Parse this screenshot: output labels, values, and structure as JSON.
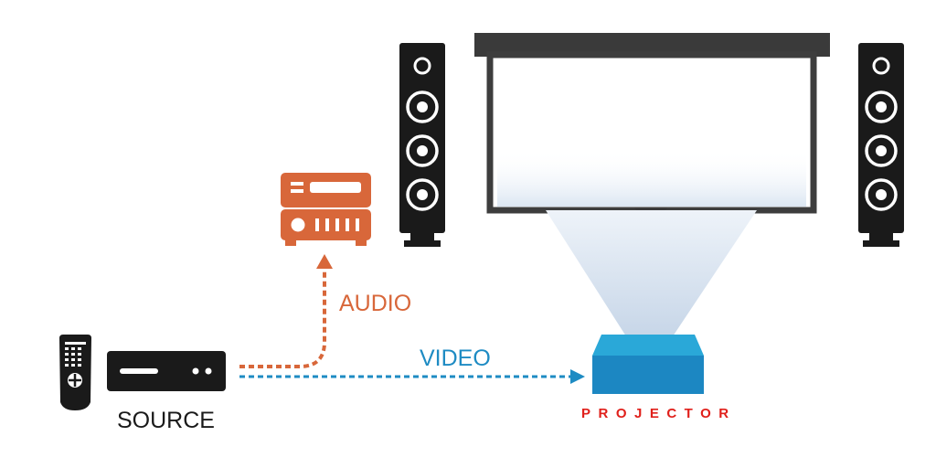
{
  "labels": {
    "audio": "AUDIO",
    "video": "VIDEO",
    "source": "SOURCE",
    "projector": "PROJECTOR"
  },
  "colors": {
    "audio": "#d8673a",
    "video": "#1e8bc3",
    "projector_label": "#e0201b",
    "device": "#1a1a1a",
    "projector_top": "#2aa8d8",
    "projector_body": "#1c87c2",
    "beam": "#dbe6f2"
  },
  "icons": [
    "remote-control-icon",
    "source-player-icon",
    "av-receiver-icon",
    "speaker-icon",
    "projection-screen-icon",
    "projector-icon"
  ]
}
